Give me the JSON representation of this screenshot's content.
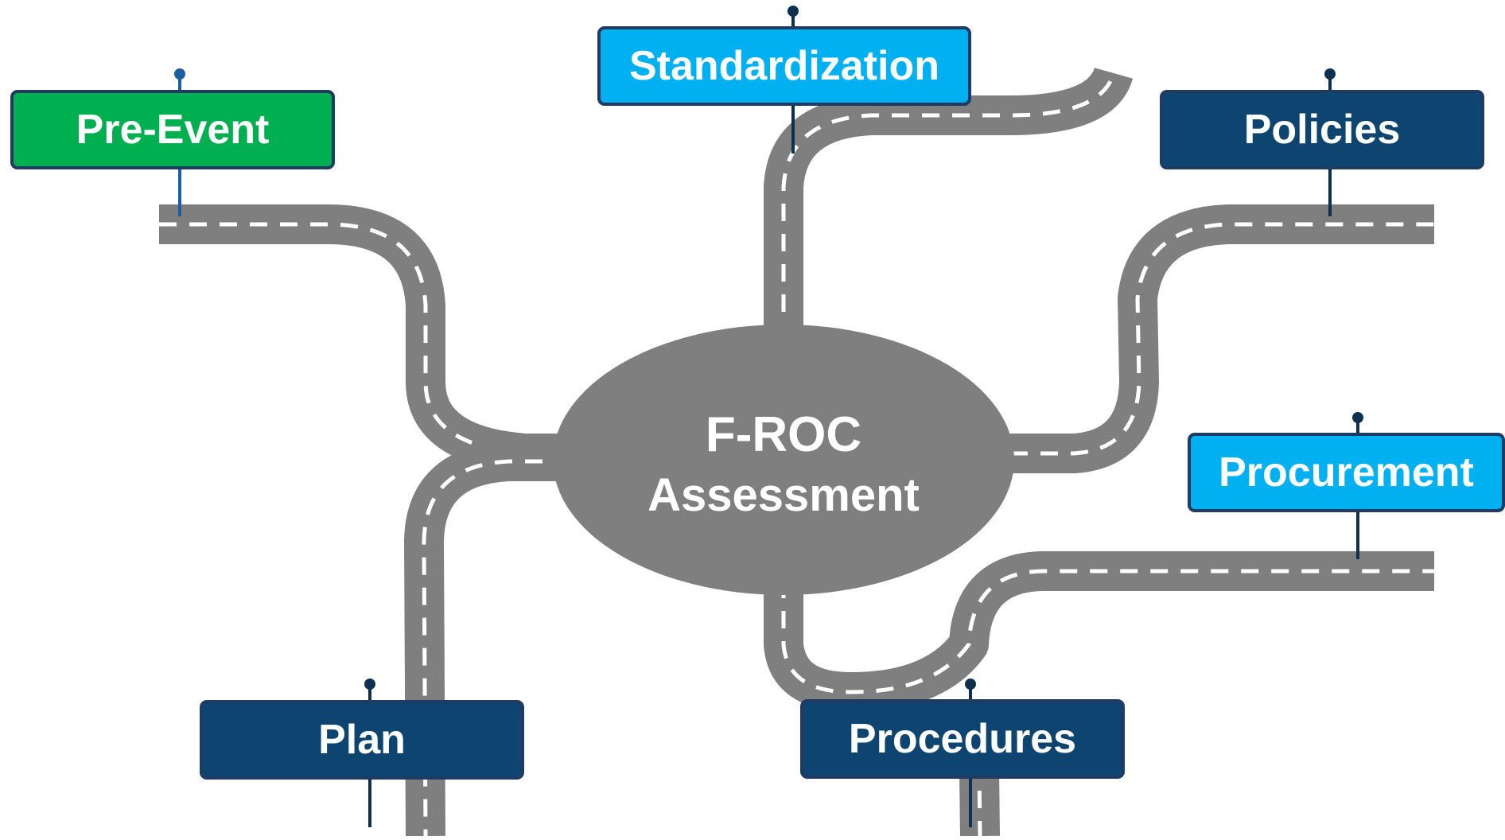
{
  "hub": {
    "line1": "F-ROC",
    "line2": "Assessment",
    "color": "#7f7f7f"
  },
  "labels": {
    "pre_event": {
      "text": "Pre-Event",
      "color": "#00b050"
    },
    "standardization": {
      "text": "Standardization",
      "color": "#00b0f0"
    },
    "policies": {
      "text": "Policies",
      "color": "#0e4470"
    },
    "procurement": {
      "text": "Procurement",
      "color": "#00b0f0"
    },
    "plan": {
      "text": "Plan",
      "color": "#0e4470"
    },
    "procedures": {
      "text": "Procedures",
      "color": "#0e4470"
    }
  },
  "colors": {
    "road": "#7f7f7f",
    "road_dash": "#ffffff",
    "border": "#1f3b63",
    "pin": "#0e3050"
  }
}
